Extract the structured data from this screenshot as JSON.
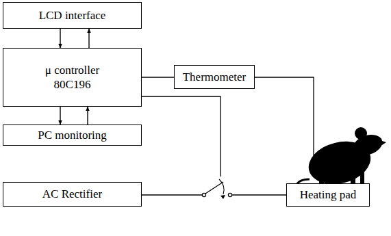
{
  "diagram": {
    "nodes": [
      {
        "text": [
          "LCD interface"
        ]
      },
      {
        "text": [
          "μ controller 80C196"
        ]
      },
      {
        "text": [
          "Thermometer"
        ]
      },
      {
        "text": [
          "PC monitoring"
        ]
      },
      {
        "text": [
          "AC Rectifier"
        ]
      },
      {
        "text": [
          "Heating pad"
        ]
      }
    ],
    "edges": [
      {
        "from": 0,
        "to": 1,
        "arrow": "to"
      },
      {
        "from": 1,
        "to": 0,
        "arrow": "to"
      },
      {
        "from": 1,
        "to": 3,
        "arrow": "to"
      },
      {
        "from": 3,
        "to": 1,
        "arrow": "to"
      },
      {
        "from": 1,
        "to": 2,
        "arrow": "none"
      },
      {
        "from": 4,
        "to": 5,
        "arrow": "none"
      }
    ]
  }
}
